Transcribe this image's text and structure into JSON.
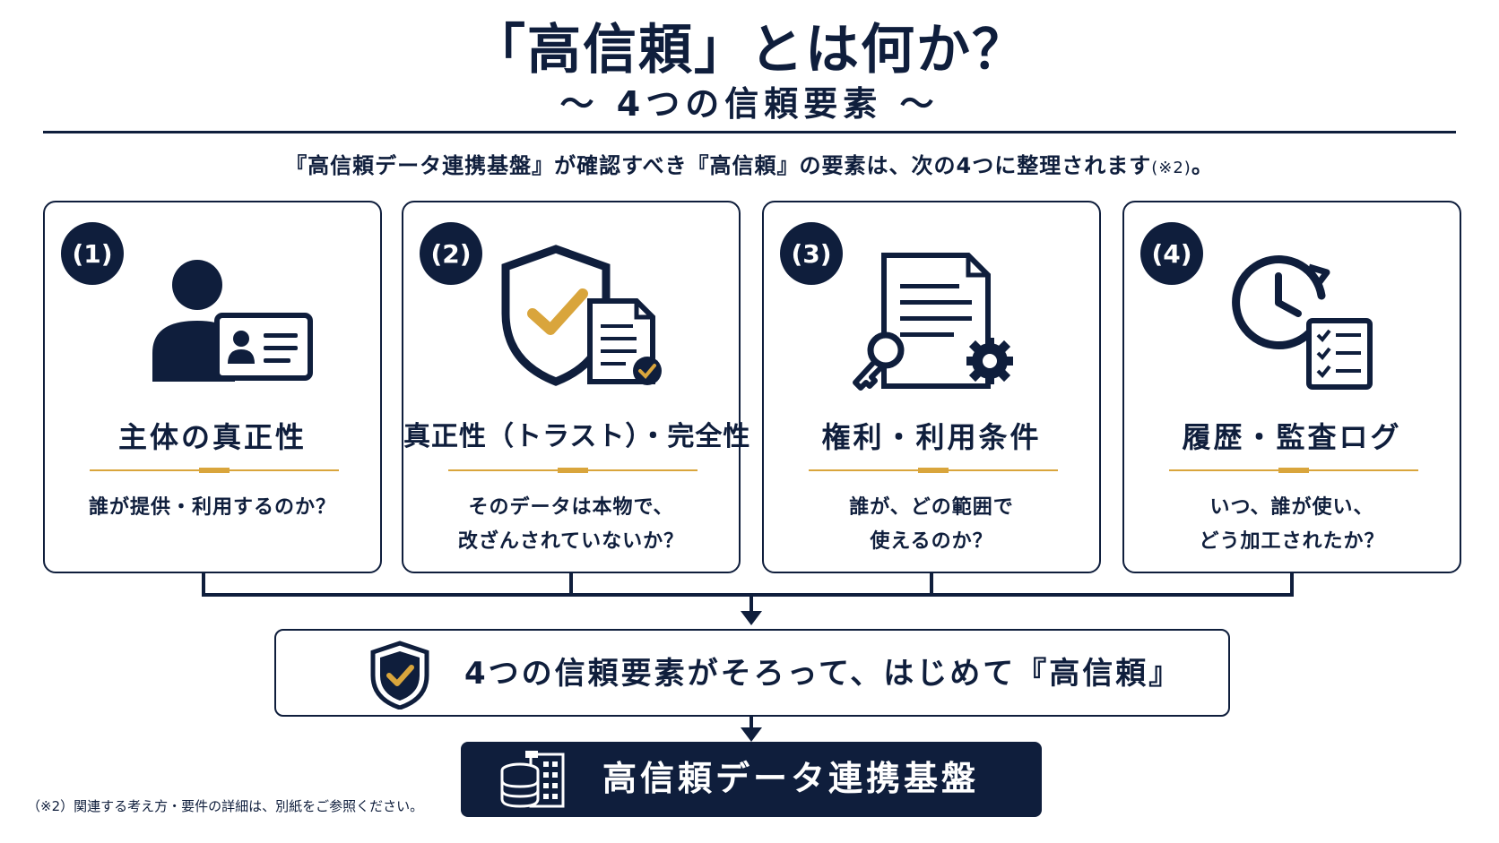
{
  "header": {
    "title": "「高信頼」とは何か？",
    "subtitle": "～ 4つの信頼要素 ～"
  },
  "intro": {
    "text": "『高信頼データ連携基盤』が確認すべき『高信頼』の要素は、次の4つに整理されます",
    "note": "(※2)",
    "end": "。"
  },
  "cards": [
    {
      "number": "(1)",
      "title": "主体の真正性",
      "question_line1": "誰が提供・利用するのか？",
      "question_line2": "",
      "icon": "person-id-card-icon"
    },
    {
      "number": "(2)",
      "title": "真正性（トラスト）・完全性",
      "question_line1": "そのデータは本物で、",
      "question_line2": "改ざんされていないか？",
      "icon": "shield-document-check-icon"
    },
    {
      "number": "(3)",
      "title": "権利・利用条件",
      "question_line1": "誰が、どの範囲で",
      "question_line2": "使えるのか？",
      "icon": "document-key-gear-icon"
    },
    {
      "number": "(4)",
      "title": "履歴・監査ログ",
      "question_line1": "いつ、誰が使い、",
      "question_line2": "どう加工されたか？",
      "icon": "clock-checklist-icon"
    }
  ],
  "summary": {
    "text": "4つの信頼要素がそろって、はじめて『高信頼』",
    "icon": "shield-check-icon"
  },
  "platform": {
    "label": "高信頼データ連携基盤",
    "icon": "database-building-icon"
  },
  "footnote": "（※2）関連する考え方・要件の詳細は、別紙をご参照ください。",
  "colors": {
    "navy": "#0f1e3c",
    "gold": "#d9a53c",
    "white": "#ffffff"
  }
}
